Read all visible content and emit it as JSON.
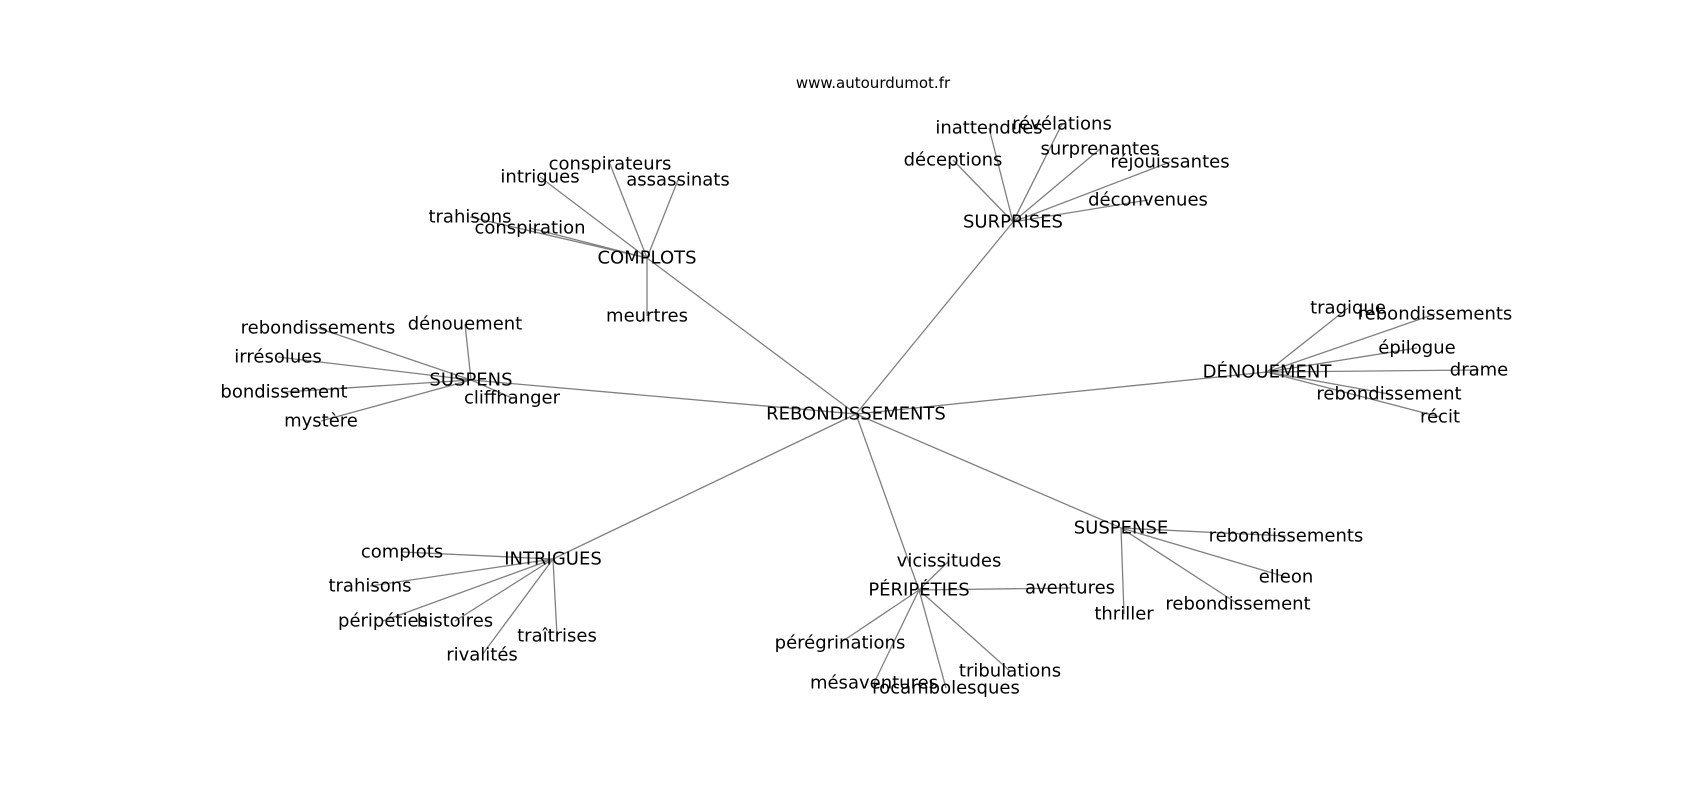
{
  "site": "www.autourdumot.fr",
  "center": "REBONDISSEMENTS",
  "hubs": [
    {
      "id": "complots",
      "label": "COMPLOTS",
      "leaves": [
        "conspirateurs",
        "intrigues",
        "assassinats",
        "trahisons",
        "conspiration",
        "meurtres"
      ]
    },
    {
      "id": "surprises",
      "label": "SURPRISES",
      "leaves": [
        "inattendues",
        "révélations",
        "déceptions",
        "surprenantes",
        "réjouissantes",
        "déconvenues"
      ]
    },
    {
      "id": "suspens",
      "label": "SUSPENS",
      "leaves": [
        "rebondissements",
        "dénouement",
        "irrésolues",
        "bondissement",
        "cliffhanger",
        "mystère"
      ]
    },
    {
      "id": "denouement",
      "label": "DÉNOUEMENT",
      "leaves": [
        "tragique",
        "rebondissements",
        "épilogue",
        "drame",
        "rebondissement",
        "récit"
      ]
    },
    {
      "id": "intrigues",
      "label": "INTRIGUES",
      "leaves": [
        "complots",
        "trahisons",
        "péripéties",
        "histoires",
        "traîtrises",
        "rivalités"
      ]
    },
    {
      "id": "peripeties",
      "label": "PÉRIPÉTIES",
      "leaves": [
        "vicissitudes",
        "aventures",
        "pérégrinations",
        "mésaventures",
        "rocambolesques",
        "tribulations"
      ]
    },
    {
      "id": "suspense",
      "label": "SUSPENSE",
      "leaves": [
        "rebondissements",
        "elleon",
        "thriller",
        "rebondissement"
      ]
    }
  ]
}
